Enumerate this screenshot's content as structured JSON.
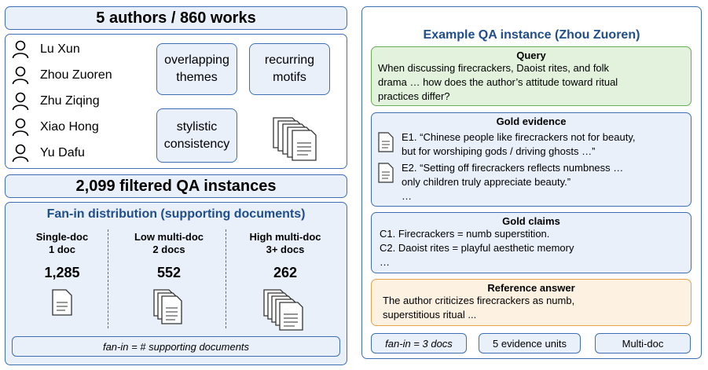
{
  "left": {
    "authors_header": "5 authors / 860 works",
    "authors": [
      "Lu Xun",
      "Zhou Zuoren",
      "Zhu Ziqing",
      "Xiao Hong",
      "Yu Dafu"
    ],
    "themes": {
      "overlapping_line1": "overlapping",
      "overlapping_line2": "themes",
      "recurring_line1": "recurring",
      "recurring_line2": "motifs",
      "stylistic_line1": "stylistic",
      "stylistic_line2": "consistency"
    },
    "filtered_header": "2,099 filtered QA instances",
    "fanin": {
      "title": "Fan-in distribution (supporting documents)",
      "columns": [
        {
          "label1": "Single-doc",
          "label2": "1 doc",
          "count": "1,285"
        },
        {
          "label1": "Low multi-doc",
          "label2": "2 docs",
          "count": "552"
        },
        {
          "label1": "High multi-doc",
          "label2": "3+ docs",
          "count": "262"
        }
      ],
      "note": "fan-in = # supporting documents"
    }
  },
  "right": {
    "title": "Example QA instance (Zhou Zuoren)",
    "query": {
      "title": "Query",
      "line1": "When discussing firecrackers, Daoist rites, and folk",
      "line2": "drama … how does the author’s attitude toward ritual",
      "line3": "practices differ?"
    },
    "evidence": {
      "title": "Gold evidence",
      "e1_line1": "E1. “Chinese people like firecrackers not for beauty,",
      "e1_line2": "but for worshiping gods / driving ghosts …”",
      "e2_line1": "E2. “Setting off firecrackers reflects numbness …",
      "e2_line2": "only children truly appreciate beauty.”",
      "ellipsis": "…"
    },
    "claims": {
      "title": "Gold claims",
      "c1": "C1. Firecrackers = numb superstition.",
      "c2": "C2. Daoist rites = playful aesthetic memory",
      "ellipsis": "…"
    },
    "answer": {
      "title": "Reference answer",
      "line1": "The author criticizes firecrackers as numb,",
      "line2": "superstitious ritual ..."
    },
    "pills": [
      "fan-in = 3 docs",
      "5 evidence units",
      "Multi-doc"
    ]
  },
  "colors": {
    "border": "#3e6fb5",
    "fill": "#e9f0fa",
    "title": "#1f4e8c",
    "query_fill": "#e3f2dc",
    "query_border": "#6aab57",
    "answer_fill": "#fdf1e1",
    "answer_border": "#e6a24a"
  }
}
